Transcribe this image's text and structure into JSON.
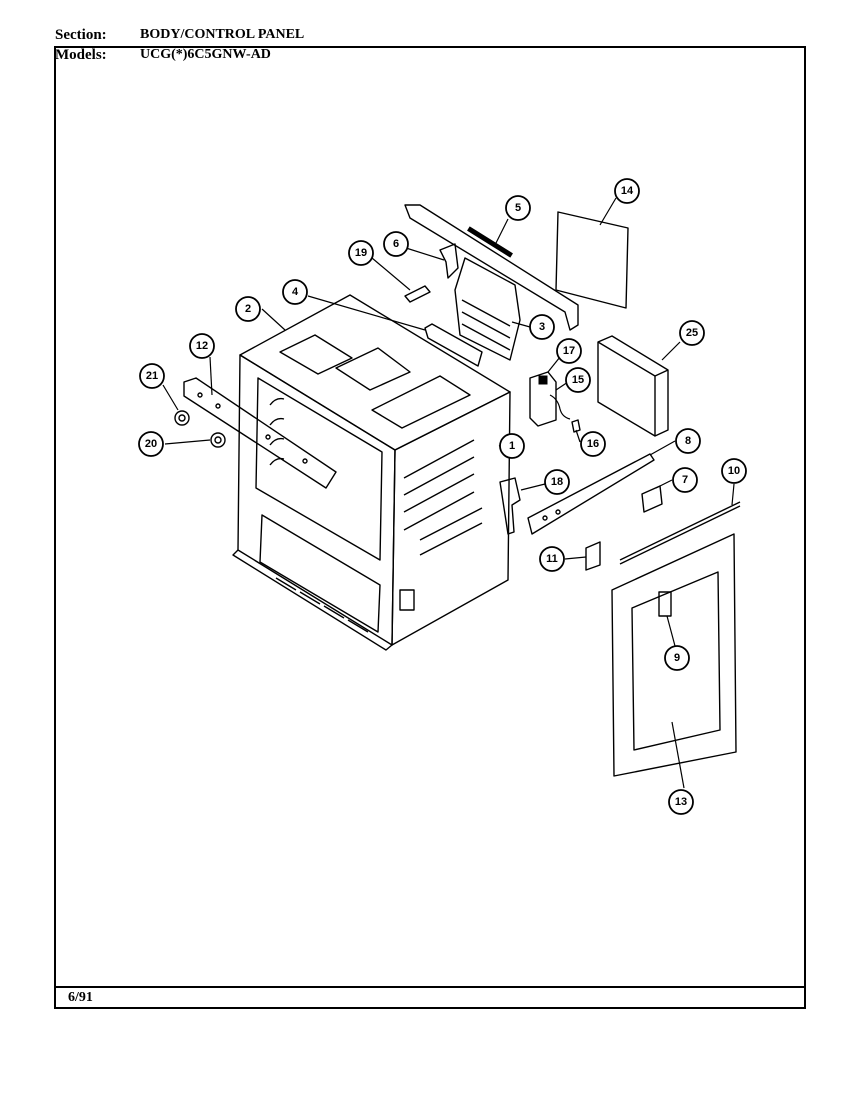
{
  "header": {
    "section_label": "Section:",
    "section_value": "BODY/CONTROL PANEL",
    "models_label": "Models:",
    "models_value": "UCG(*)6C5GNW-AD"
  },
  "footer": {
    "date": "6/91"
  },
  "callouts": [
    "1",
    "2",
    "3",
    "4",
    "5",
    "6",
    "7",
    "8",
    "9",
    "10",
    "11",
    "12",
    "13",
    "14",
    "15",
    "16",
    "17",
    "18",
    "19",
    "20",
    "21",
    "25"
  ]
}
